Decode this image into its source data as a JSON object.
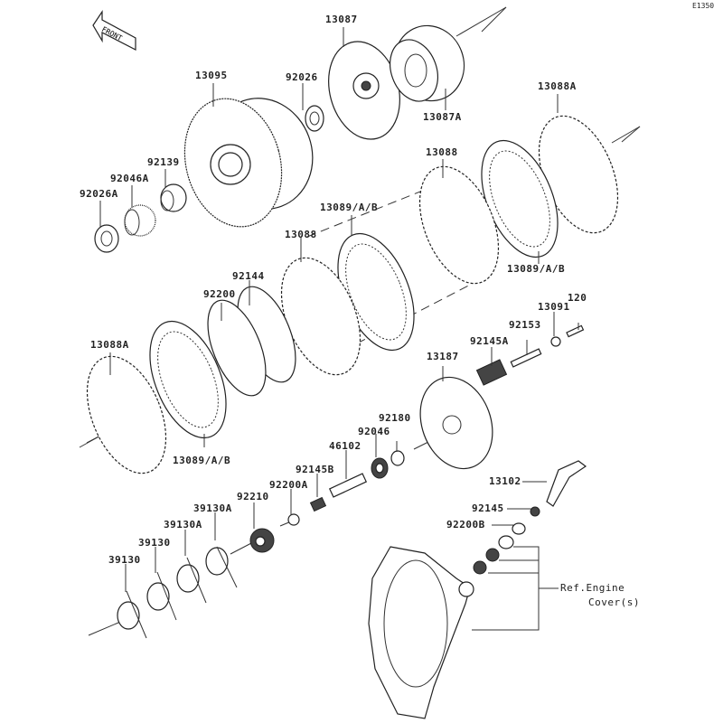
{
  "diagram": {
    "code": "E1350",
    "front_label": "FRONT",
    "reference_note": {
      "line1": "Ref.Engine",
      "line2": "Cover(s)"
    },
    "parts": [
      {
        "id": "13087",
        "label": "13087"
      },
      {
        "id": "13087A",
        "label": "13087A"
      },
      {
        "id": "13095",
        "label": "13095"
      },
      {
        "id": "92026",
        "label": "92026"
      },
      {
        "id": "13088A-top",
        "label": "13088A"
      },
      {
        "id": "92139",
        "label": "92139"
      },
      {
        "id": "92046A",
        "label": "92046A"
      },
      {
        "id": "92026A",
        "label": "92026A"
      },
      {
        "id": "13088-upper",
        "label": "13088"
      },
      {
        "id": "13089-upper",
        "label": "13089/A/B"
      },
      {
        "id": "13089-mid",
        "label": "13089/A/B"
      },
      {
        "id": "13088-mid",
        "label": "13088"
      },
      {
        "id": "92144",
        "label": "92144"
      },
      {
        "id": "92200",
        "label": "92200"
      },
      {
        "id": "13088A-bottom",
        "label": "13088A"
      },
      {
        "id": "13089-lower",
        "label": "13089/A/B"
      },
      {
        "id": "120",
        "label": "120"
      },
      {
        "id": "13091",
        "label": "13091"
      },
      {
        "id": "92153",
        "label": "92153"
      },
      {
        "id": "92145A",
        "label": "92145A"
      },
      {
        "id": "13187",
        "label": "13187"
      },
      {
        "id": "92180",
        "label": "92180"
      },
      {
        "id": "92046",
        "label": "92046"
      },
      {
        "id": "46102",
        "label": "46102"
      },
      {
        "id": "92145B",
        "label": "92145B"
      },
      {
        "id": "92200A",
        "label": "92200A"
      },
      {
        "id": "92210",
        "label": "92210"
      },
      {
        "id": "39130A-1",
        "label": "39130A"
      },
      {
        "id": "39130A-2",
        "label": "39130A"
      },
      {
        "id": "39130-1",
        "label": "39130"
      },
      {
        "id": "39130-2",
        "label": "39130"
      },
      {
        "id": "13102",
        "label": "13102"
      },
      {
        "id": "92145",
        "label": "92145"
      },
      {
        "id": "92200B",
        "label": "92200B"
      }
    ]
  }
}
